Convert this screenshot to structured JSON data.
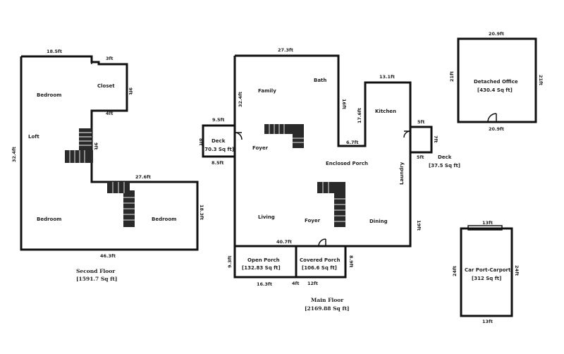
{
  "second_floor": {
    "rooms": {
      "bedroom_top": "Bedroom",
      "closet": "Closet",
      "bedroom_bottom": "Bedroom",
      "bedroom_right": "Bedroom",
      "loft": "Loft"
    },
    "dims": {
      "top_width": "18.5ft",
      "left_height": "32.4ft",
      "bottom_width": "46.3ft",
      "right_height": "18.3ft",
      "inner_width": "27.6ft",
      "small_1": "3ft",
      "small_2": "4ft",
      "small_3": "9ft",
      "small_4": "9ft"
    },
    "caption_title": "Second Floor",
    "caption_area": "[1591.7 Sq ft]"
  },
  "main_floor": {
    "rooms": {
      "family": "Family",
      "bath": "Bath",
      "kitchen": "Kitchen",
      "foyer_top": "Foyer",
      "enclosed_porch": "Enclosed Porch",
      "laundry": "Laundry",
      "living": "Living",
      "foyer_bottom": "Foyer",
      "dining": "Dining"
    },
    "deck_left_name": "Deck",
    "deck_left_area": "[70.3 Sq ft]",
    "deck_right_name": "Deck",
    "deck_right_area": "[37.5 Sq ft]",
    "open_porch_name": "Open Porch",
    "open_porch_area": "[132.83 Sq ft]",
    "covered_porch_name": "Covered Porch",
    "covered_porch_area": "[106.6 Sq ft]",
    "dims": {
      "top_width": "27.3ft",
      "wing_width": "13.1ft",
      "left_height": "32.4ft",
      "bath_side": "16ft",
      "kitchen_side": "17.6ft",
      "bottom_width": "40.7ft",
      "deck_top": "9.5ft",
      "deck_bottom": "8.5ft",
      "deck_side": "8ft",
      "notch": "6.7ft",
      "right_side": "19ft",
      "rdeck_top": "5ft",
      "rdeck_side": "7ft",
      "rdeck_bottom": "5ft",
      "open_porch_w": "16.3ft",
      "open_porch_h": "9.3ft",
      "covered_porch_w": "12ft",
      "covered_porch_h": "8.9ft",
      "gap": "4ft"
    },
    "caption_title": "Main Floor",
    "caption_area": "[2169.88 Sq ft]"
  },
  "detached_office": {
    "name": "Detached Office",
    "area": "[430.4 Sq ft]",
    "dims": {
      "top": "20.9ft",
      "left": "21ft",
      "right": "21ft",
      "bottom": "20.9ft"
    }
  },
  "carport": {
    "name": "Car Port-Carport",
    "area": "[312 Sq ft]",
    "dims": {
      "top": "13ft",
      "left": "24ft",
      "right": "24ft",
      "bottom": "13ft"
    }
  }
}
